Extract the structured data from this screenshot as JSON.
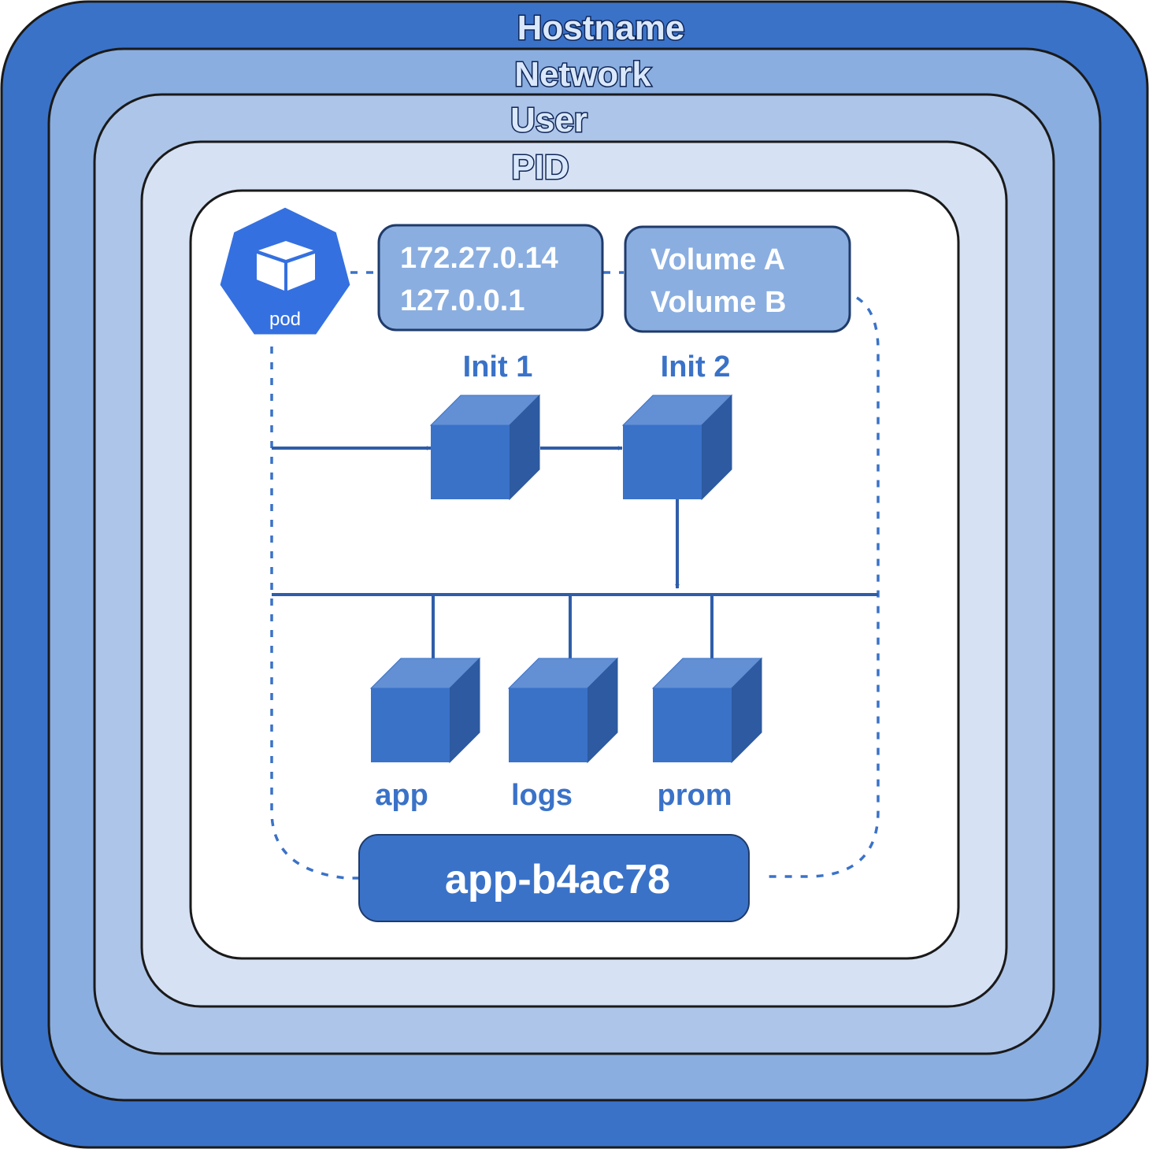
{
  "namespaces": {
    "hostname": "Hostname",
    "network": "Network",
    "user": "User",
    "pid": "PID"
  },
  "pod": {
    "icon_label": "pod",
    "ips": [
      "172.27.0.14",
      "127.0.0.1"
    ],
    "volumes": [
      "Volume A",
      "Volume B"
    ],
    "name": "app-b4ac78"
  },
  "init_containers": [
    "Init 1",
    "Init 2"
  ],
  "containers": [
    "app",
    "logs",
    "prom"
  ],
  "colors": {
    "hostname_layer": "#3a72c8",
    "network_layer": "#8aaee0",
    "user_layer": "#adc5e8",
    "pid_layer": "#d6e2f4",
    "accent": "#3a72c8",
    "cube_front": "#3a72c8",
    "cube_top": "#6390d4",
    "cube_side": "#2d5aa0"
  }
}
